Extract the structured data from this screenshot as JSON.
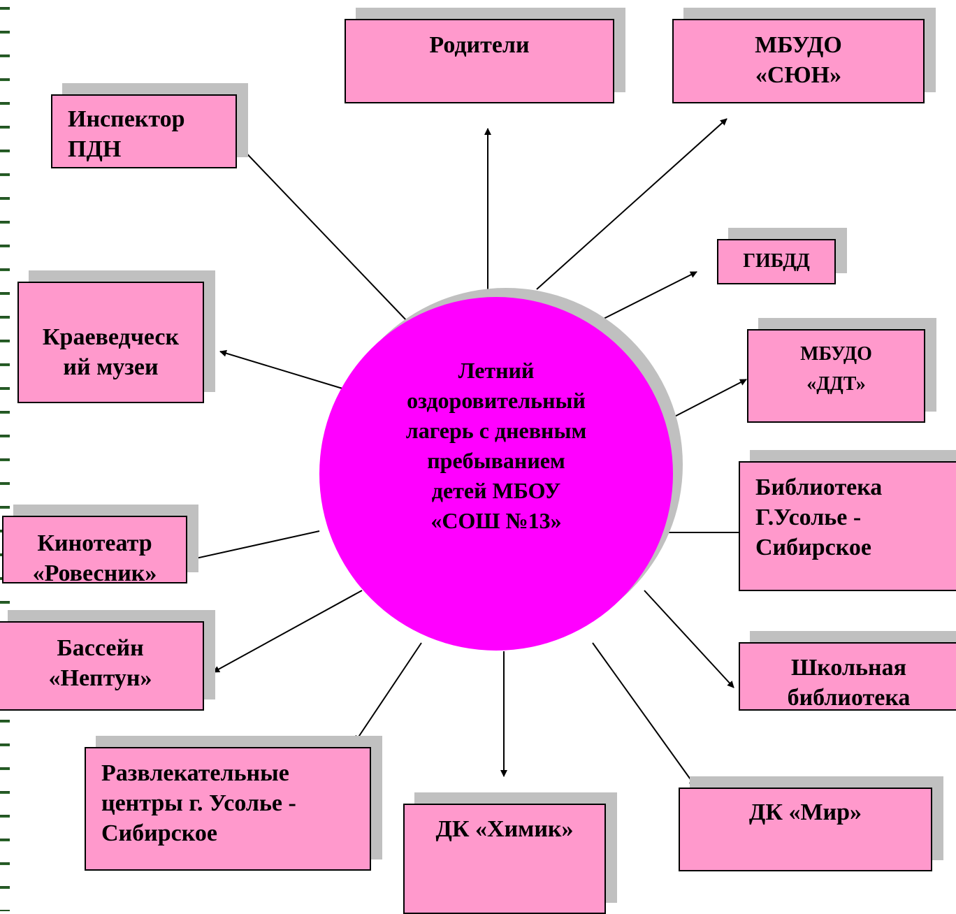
{
  "center": {
    "label": "Летний\nоздоровительный\nлагерь с дневным\nпребыванием\nдетей  МБОУ\n«СОШ №13»"
  },
  "partners": {
    "roditeli": "Родители",
    "mbudo_syun": "МБУДО\n«СЮН»",
    "inspektor": "Инспектор\nПДН",
    "gibdd": "ГИБДД",
    "kraeved": "Краеведческ\nий музеи",
    "mbudo_ddt": "МБУДО\n«ДДТ»",
    "biblioteka": "Библиотека\nГ.Усолье -\nСибирское",
    "kino": "Кинотеатр\n«Ровесник»",
    "basseyn": "Бассейн\n«Нептун»",
    "shkolnaya": "Школьная\nбиблиотека",
    "razvlek": "Развлекательные\nцентры г. Усолье -\nСибирское",
    "dk_khimik": "ДК «Химик»",
    "dk_mir": "ДК «Мир»"
  },
  "colors": {
    "box_fill": "#ff99cc",
    "circle_fill": "#ff00ff",
    "shadow": "#c0c0c0"
  }
}
